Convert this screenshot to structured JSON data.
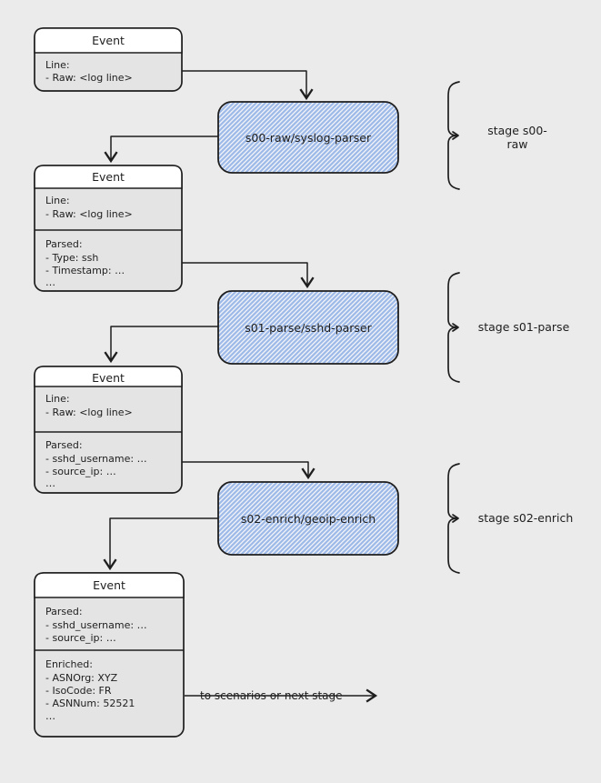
{
  "colors": {
    "canvas": "#ebebeb",
    "event_body_fill": "#e4e4e4",
    "event_header_fill": "#ffffff",
    "stage_hachure": "#9db9e8",
    "stage_underlay": "#eef1f7",
    "ink": "#1e1e1e"
  },
  "event_boxes": [
    {
      "title": "Event",
      "sections": [
        [
          "Line:",
          " - Raw: <log line>"
        ]
      ]
    },
    {
      "title": "Event",
      "sections": [
        [
          "Line:",
          " - Raw: <log line>"
        ],
        [
          "Parsed:",
          " - Type: ssh",
          " - Timestamp: …",
          "…"
        ]
      ]
    },
    {
      "title": "Event",
      "sections": [
        [
          "Line:",
          " - Raw: <log line>"
        ],
        [
          "Parsed:",
          " - sshd_username: …",
          " - source_ip: …",
          "…"
        ]
      ]
    },
    {
      "title": "Event",
      "sections": [
        [
          "Parsed:",
          " - sshd_username: …",
          " - source_ip: …"
        ],
        [
          "Enriched:",
          " - ASNOrg: XYZ",
          " - IsoCode: FR",
          " - ASNNum: 52521",
          "…"
        ]
      ]
    }
  ],
  "stages": [
    {
      "label": "s00-raw/syslog-parser",
      "side_label_lines": [
        "stage s00-",
        "raw"
      ]
    },
    {
      "label": "s01-parse/sshd-parser",
      "side_label_lines": [
        "stage s01-parse"
      ]
    },
    {
      "label": "s02-enrich/geoip-enrich",
      "side_label_lines": [
        "stage s02-enrich"
      ]
    }
  ],
  "flow": {
    "output_label": "to scenarios or next stage"
  }
}
